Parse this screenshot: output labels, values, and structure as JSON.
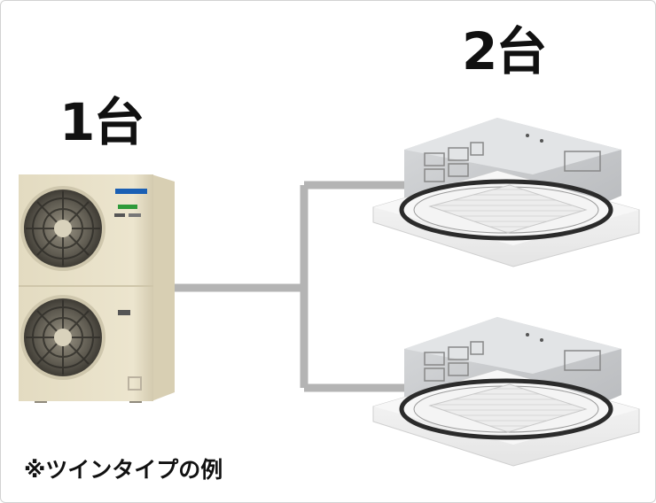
{
  "labels": {
    "outdoor_count": "1台",
    "indoor_count": "2台",
    "note": "※ツインタイプの例"
  },
  "colors": {
    "pipe": "#b4b4b4",
    "outdoor_body": "#e9e1c8",
    "outdoor_shadow": "#cfc5a8",
    "fan_dark": "#6e6a5e",
    "cassette_panel": "#f2f2f2",
    "cassette_housing": "#c9cbcd",
    "brand": "#1a5fb4",
    "brand_green": "#2e9a3a"
  },
  "icons": {
    "outdoor_unit": "outdoor-ac-unit-icon",
    "indoor_unit": "ceiling-cassette-icon"
  }
}
